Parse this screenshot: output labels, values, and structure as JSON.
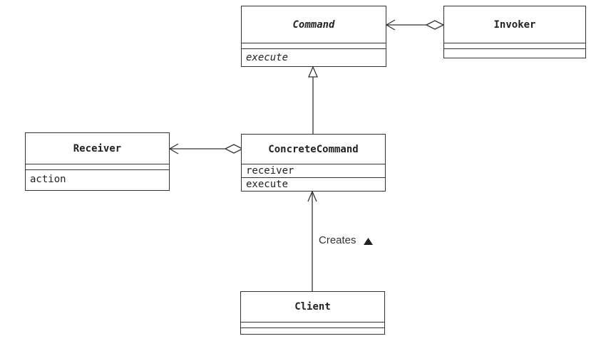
{
  "classes": {
    "command": {
      "name": "Command",
      "operations": [
        "execute"
      ]
    },
    "invoker": {
      "name": "Invoker"
    },
    "receiver": {
      "name": "Receiver",
      "operations": [
        "action"
      ]
    },
    "concrete_command": {
      "name": "ConcreteCommand",
      "attributes": [
        "receiver"
      ],
      "operations": [
        "execute"
      ]
    },
    "client": {
      "name": "Client"
    }
  },
  "relations": {
    "client_to_concrete_label": "Creates"
  }
}
